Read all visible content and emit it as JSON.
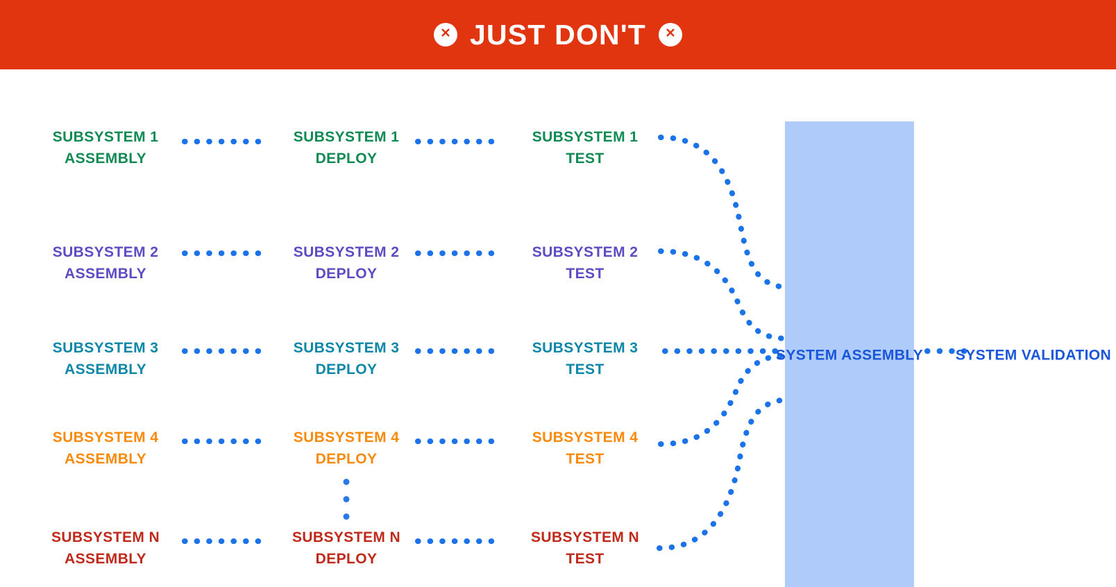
{
  "banner": {
    "title": "JUST DON'T",
    "icon_left": "x-circle-icon",
    "icon_right": "x-circle-icon",
    "background_color": "#E13510",
    "text_color": "#FFFFFF"
  },
  "diagram": {
    "connector_color": "#1A73E8",
    "ellipsis_label": "vertical-ellipsis",
    "columns": [
      "ASSEMBLY",
      "DEPLOY",
      "TEST"
    ],
    "rows": [
      {
        "name": "SUBSYSTEM 1",
        "color": "#0F8A52",
        "assembly_l1": "SUBSYSTEM 1",
        "assembly_l2": "ASSEMBLY",
        "deploy_l1": "SUBSYSTEM 1",
        "deploy_l2": "DEPLOY",
        "test_l1": "SUBSYSTEM 1",
        "test_l2": "TEST"
      },
      {
        "name": "SUBSYSTEM 2",
        "color": "#5B4CC4",
        "assembly_l1": "SUBSYSTEM 2",
        "assembly_l2": "ASSEMBLY",
        "deploy_l1": "SUBSYSTEM 2",
        "deploy_l2": "DEPLOY",
        "test_l1": "SUBSYSTEM 2",
        "test_l2": "TEST"
      },
      {
        "name": "SUBSYSTEM 3",
        "color": "#0C87A8",
        "assembly_l1": "SUBSYSTEM 3",
        "assembly_l2": "ASSEMBLY",
        "deploy_l1": "SUBSYSTEM 3",
        "deploy_l2": "DEPLOY",
        "test_l1": "SUBSYSTEM 3",
        "test_l2": "TEST"
      },
      {
        "name": "SUBSYSTEM 4",
        "color": "#F98A0B",
        "assembly_l1": "SUBSYSTEM 4",
        "assembly_l2": "ASSEMBLY",
        "deploy_l1": "SUBSYSTEM 4",
        "deploy_l2": "DEPLOY",
        "test_l1": "SUBSYSTEM 4",
        "test_l2": "TEST"
      },
      {
        "name": "SUBSYSTEM N",
        "color": "#C0291A",
        "assembly_l1": "SUBSYSTEM N",
        "assembly_l2": "ASSEMBLY",
        "deploy_l1": "SUBSYSTEM N",
        "deploy_l2": "DEPLOY",
        "test_l1": "SUBSYSTEM N",
        "test_l2": "TEST"
      }
    ],
    "system_assembly": {
      "line1": "SYSTEM",
      "line2": "ASSEMBLY",
      "box_color": "#AECBFA",
      "text_color": "#1A56DB"
    },
    "system_validation": {
      "line1": "SYSTEM",
      "line2": "VALIDATION",
      "text_color": "#1A56DB"
    }
  }
}
